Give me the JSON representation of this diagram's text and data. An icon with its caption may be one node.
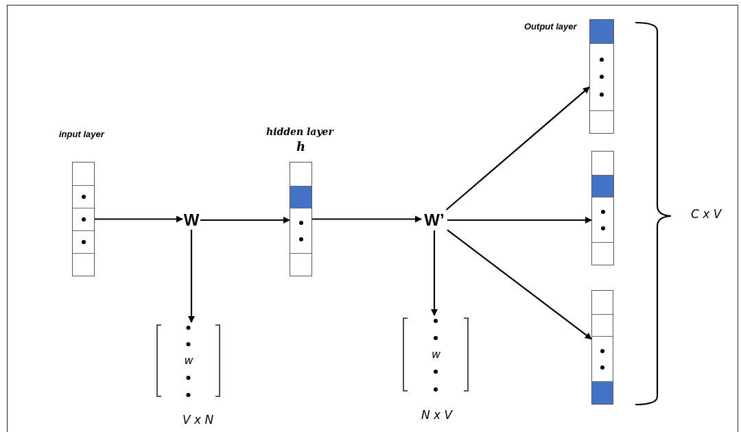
{
  "diagram": {
    "nodes": [
      {
        "text": [
          "input layer"
        ]
      },
      {
        "text": [
          "W"
        ]
      },
      {
        "text": [
          "hidden layer",
          "h"
        ]
      },
      {
        "text": [
          "W’"
        ]
      },
      {
        "text": [
          "Output layer"
        ]
      },
      {
        "text": [],
        "shape": "bar"
      },
      {
        "text": [],
        "shape": "bar"
      },
      {
        "text": [
          "w"
        ],
        "beside": [
          "V x N"
        ]
      },
      {
        "text": [
          "w"
        ],
        "beside": [
          "N x V"
        ]
      }
    ],
    "edges": [
      {
        "from": 0,
        "to": 1,
        "arrow": "to"
      },
      {
        "from": 1,
        "to": 2,
        "arrow": "to"
      },
      {
        "from": 2,
        "to": 3,
        "arrow": "to"
      },
      {
        "from": 3,
        "to": 4,
        "arrow": "to"
      },
      {
        "from": 3,
        "to": 5,
        "arrow": "to"
      },
      {
        "from": 3,
        "to": 6,
        "arrow": "to"
      },
      {
        "from": 1,
        "to": 7,
        "arrow": "to"
      },
      {
        "from": 3,
        "to": 8,
        "arrow": "to"
      }
    ],
    "labels": [
      "C x V"
    ]
  }
}
